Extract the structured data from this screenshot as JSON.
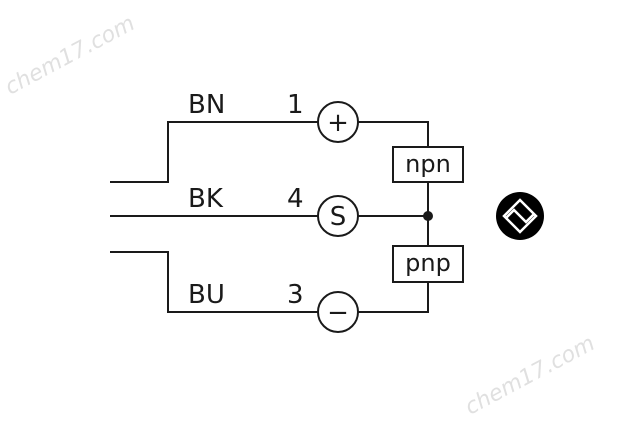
{
  "wires": [
    {
      "color_code": "BN",
      "pin": "1",
      "symbol": "+"
    },
    {
      "color_code": "BK",
      "pin": "4",
      "symbol": "S"
    },
    {
      "color_code": "BU",
      "pin": "3",
      "symbol": "−"
    }
  ],
  "outputs": {
    "top": "npn",
    "bottom": "pnp"
  },
  "icon": "rhombus-switching-icon",
  "watermark": "chem17.com",
  "colors": {
    "line": "#1a1a1a",
    "watermark": "#d9d9d9"
  }
}
